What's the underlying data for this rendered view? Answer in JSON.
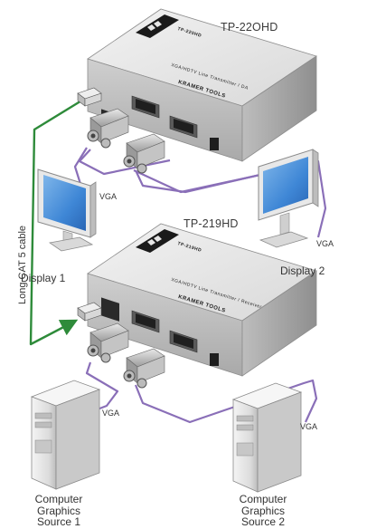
{
  "devices": {
    "top": {
      "model": "TP-22OHD",
      "brand": "KRAMER TOOLS",
      "product_text": "XGA/HDTV Line Transmitter / DA",
      "plate_model": "TP-220HD"
    },
    "bottom": {
      "model": "TP-219HD",
      "brand": "KRAMER TOOLS",
      "product_text": "XGA/HDTV Line Transmitter / Receiver",
      "plate_model": "TP-219HD"
    }
  },
  "displays": {
    "display1": {
      "label": "Display 1"
    },
    "display2": {
      "label": "Display 2"
    }
  },
  "sources": {
    "source1": {
      "line1": "Computer",
      "line2": "Graphics",
      "line3": "Source 1"
    },
    "source2": {
      "line1": "Computer",
      "line2": "Graphics",
      "line3": "Source 2"
    }
  },
  "cables": {
    "long_cable_label": "Long CAT 5 cable",
    "vga_label": "VGA"
  },
  "colors": {
    "cat5_line": "#2e8b3a",
    "vga_line": "#8a6fb8",
    "device_body": "#d2d2d2",
    "device_top": "#e6e6e6"
  }
}
